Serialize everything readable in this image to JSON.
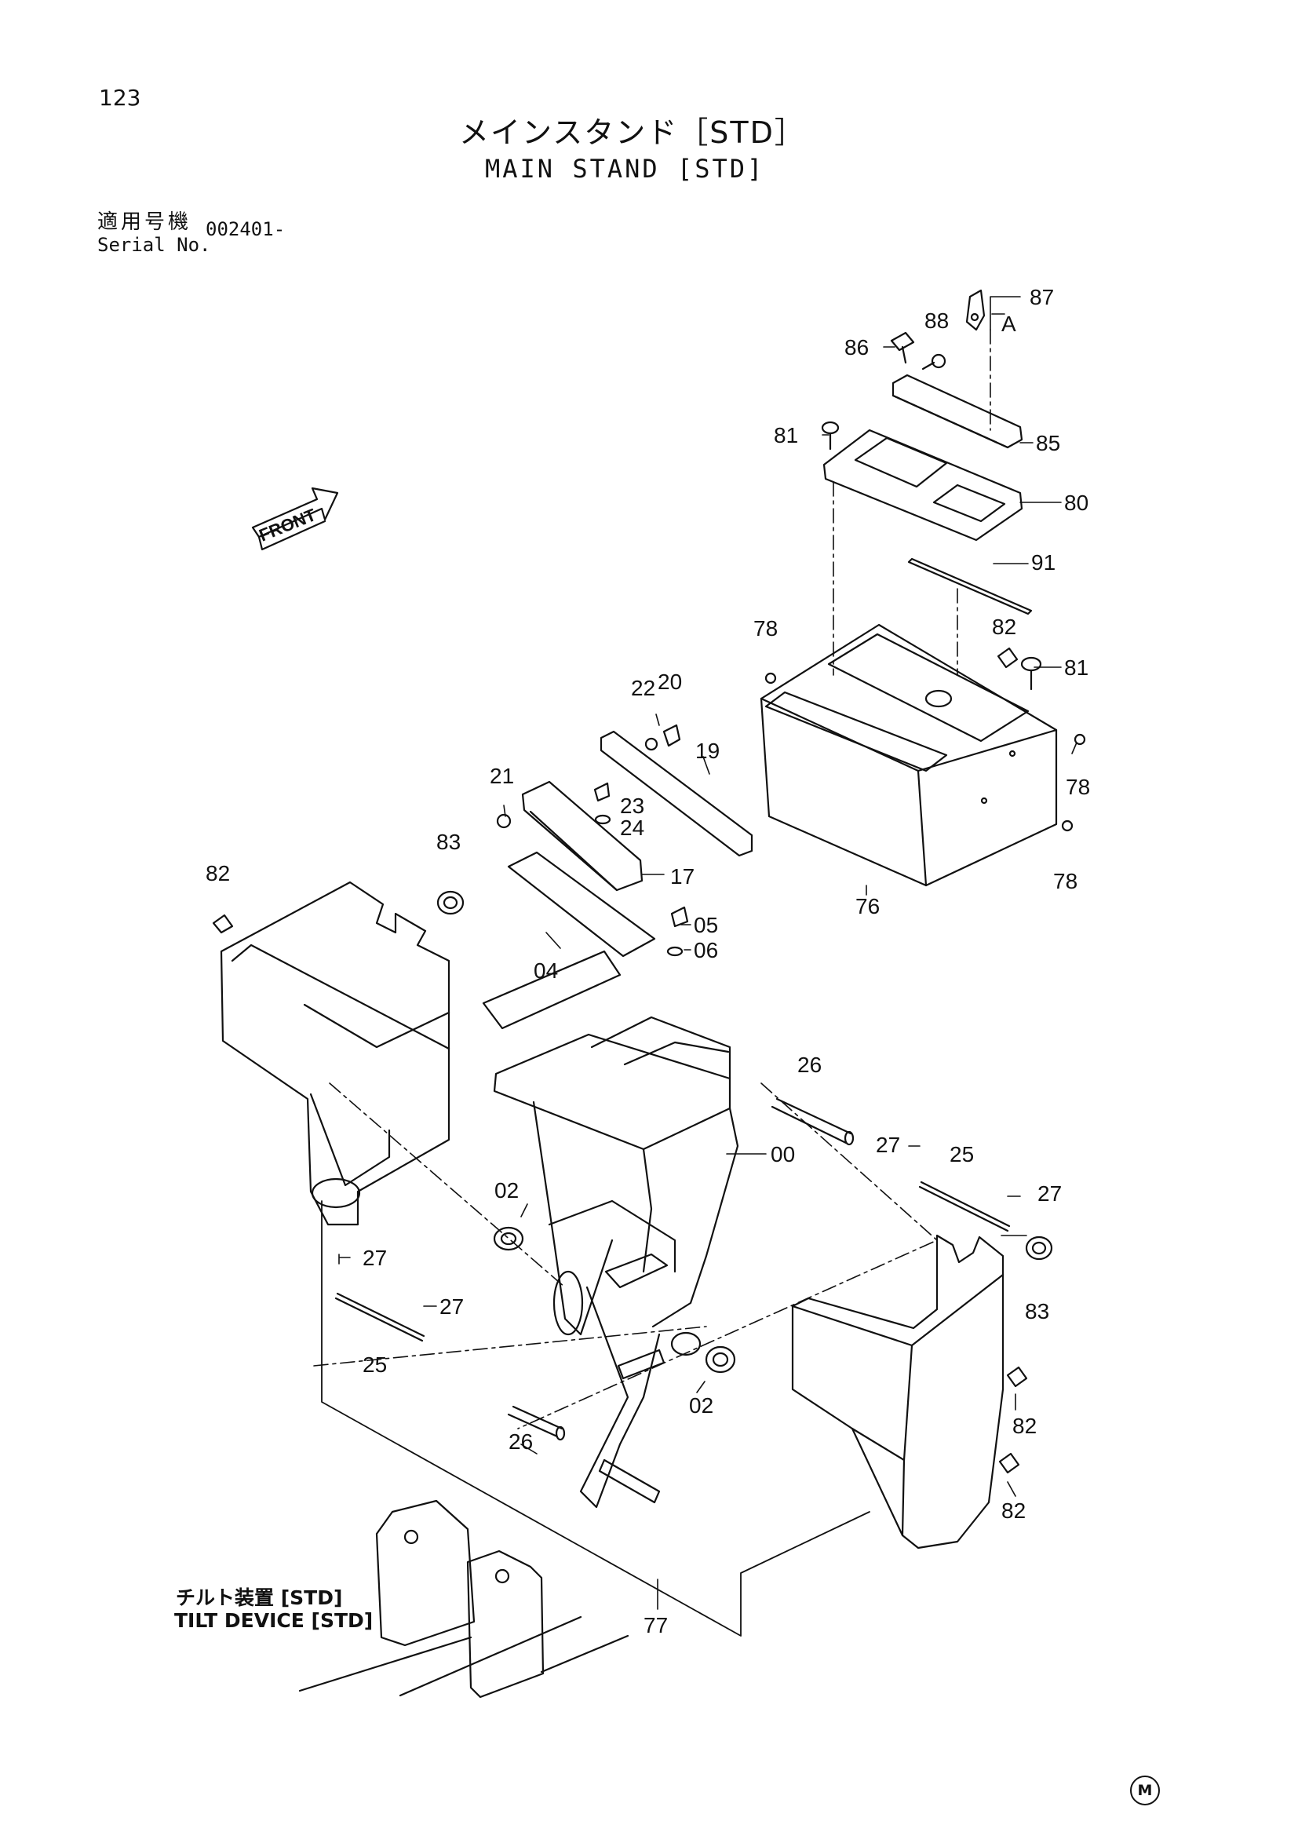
{
  "page_number": "123",
  "title_jp": "メインスタンド［STD］",
  "title_en": "MAIN STAND [STD]",
  "serial_label_jp": "適用号機",
  "serial_label_en": "Serial No.",
  "serial_value": "002401-",
  "front_label": "FRONT",
  "detail_label": "A",
  "tilt_label_jp": "チルト装置 [STD]",
  "tilt_label_en": "TILT DEVICE [STD]",
  "corner_mark": "M",
  "callouts": [
    {
      "id": "87",
      "text": "87"
    },
    {
      "id": "88",
      "text": "88"
    },
    {
      "id": "86",
      "text": "86"
    },
    {
      "id": "85",
      "text": "85"
    },
    {
      "id": "81a",
      "text": "81"
    },
    {
      "id": "80",
      "text": "80"
    },
    {
      "id": "91",
      "text": "91"
    },
    {
      "id": "78a",
      "text": "78"
    },
    {
      "id": "82a",
      "text": "82"
    },
    {
      "id": "81b",
      "text": "81"
    },
    {
      "id": "78b",
      "text": "78"
    },
    {
      "id": "78c",
      "text": "78"
    },
    {
      "id": "76",
      "text": "76"
    },
    {
      "id": "22",
      "text": "22"
    },
    {
      "id": "20",
      "text": "20"
    },
    {
      "id": "19",
      "text": "19"
    },
    {
      "id": "21",
      "text": "21"
    },
    {
      "id": "23",
      "text": "23"
    },
    {
      "id": "24",
      "text": "24"
    },
    {
      "id": "17",
      "text": "17"
    },
    {
      "id": "05",
      "text": "05"
    },
    {
      "id": "06",
      "text": "06"
    },
    {
      "id": "04",
      "text": "04"
    },
    {
      "id": "83a",
      "text": "83"
    },
    {
      "id": "82b",
      "text": "82"
    },
    {
      "id": "26a",
      "text": "26"
    },
    {
      "id": "00",
      "text": "00"
    },
    {
      "id": "27a",
      "text": "27"
    },
    {
      "id": "25a",
      "text": "25"
    },
    {
      "id": "27b",
      "text": "27"
    },
    {
      "id": "02a",
      "text": "02"
    },
    {
      "id": "27c",
      "text": "27"
    },
    {
      "id": "27d",
      "text": "27"
    },
    {
      "id": "25b",
      "text": "25"
    },
    {
      "id": "83b",
      "text": "83"
    },
    {
      "id": "02b",
      "text": "02"
    },
    {
      "id": "82c",
      "text": "82"
    },
    {
      "id": "26b",
      "text": "26"
    },
    {
      "id": "82d",
      "text": "82"
    },
    {
      "id": "77",
      "text": "77"
    }
  ]
}
